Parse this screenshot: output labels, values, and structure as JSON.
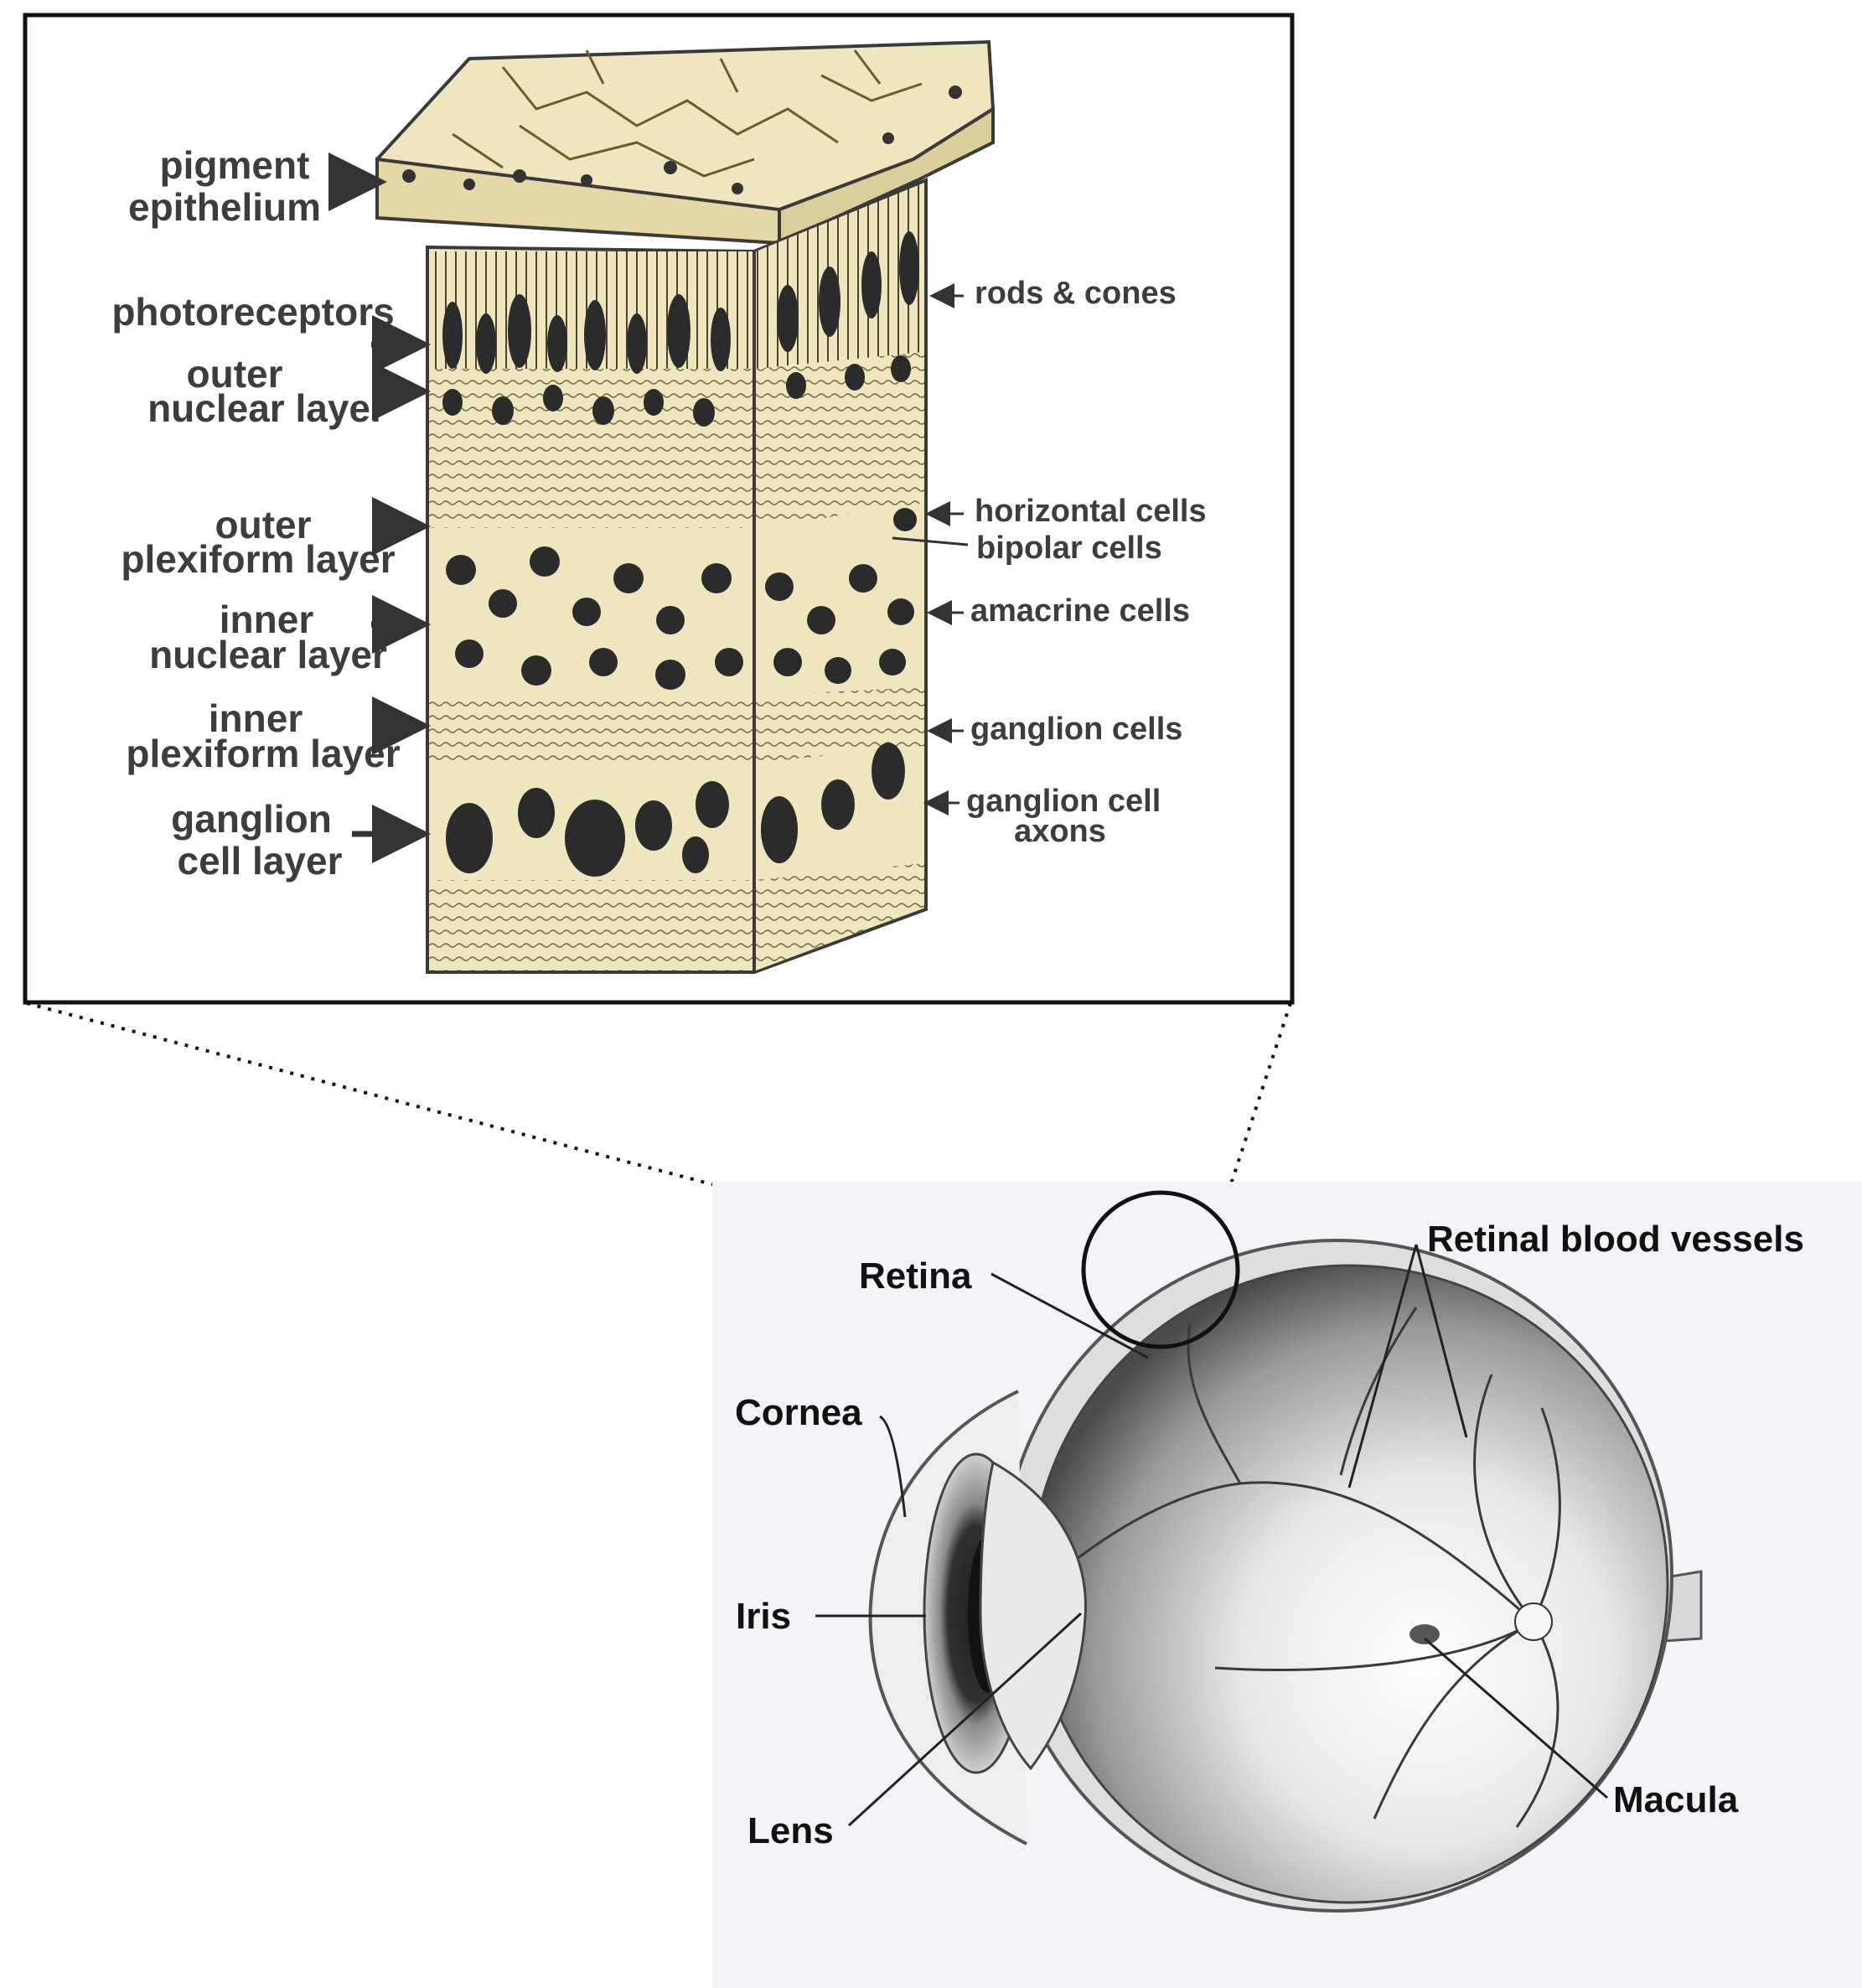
{
  "retina_layers_panel": {
    "left_labels": {
      "pigment_1": "pigment",
      "pigment_2": "epithelium",
      "photoreceptors": "photoreceptors",
      "outer_nuclear_1": "outer",
      "outer_nuclear_2": "nuclear layer",
      "outer_plexiform_1": "outer",
      "outer_plexiform_2": "plexiform layer",
      "inner_nuclear_1": "inner",
      "inner_nuclear_2": "nuclear layer",
      "inner_plexiform_1": "inner",
      "inner_plexiform_2": "plexiform layer",
      "ganglion_1": "ganglion",
      "ganglion_2": "cell layer"
    },
    "right_labels": {
      "rods_cones": "rods & cones",
      "horizontal": "horizontal cells",
      "bipolar": "bipolar cells",
      "amacrine": "amacrine cells",
      "ganglion_cells": "ganglion cells",
      "axons_1": "ganglion cell",
      "axons_2": "axons"
    }
  },
  "eye_diagram": {
    "labels": {
      "retina": "Retina",
      "retinal_vessels": "Retinal blood vessels",
      "cornea": "Cornea",
      "iris": "Iris",
      "lens": "Lens",
      "macula": "Macula"
    }
  },
  "colors": {
    "tissue_fill": "#efe6bf",
    "tissue_dark": "#2b2b2b",
    "eye_background": "#f3f4f7",
    "frame": "#111111"
  }
}
